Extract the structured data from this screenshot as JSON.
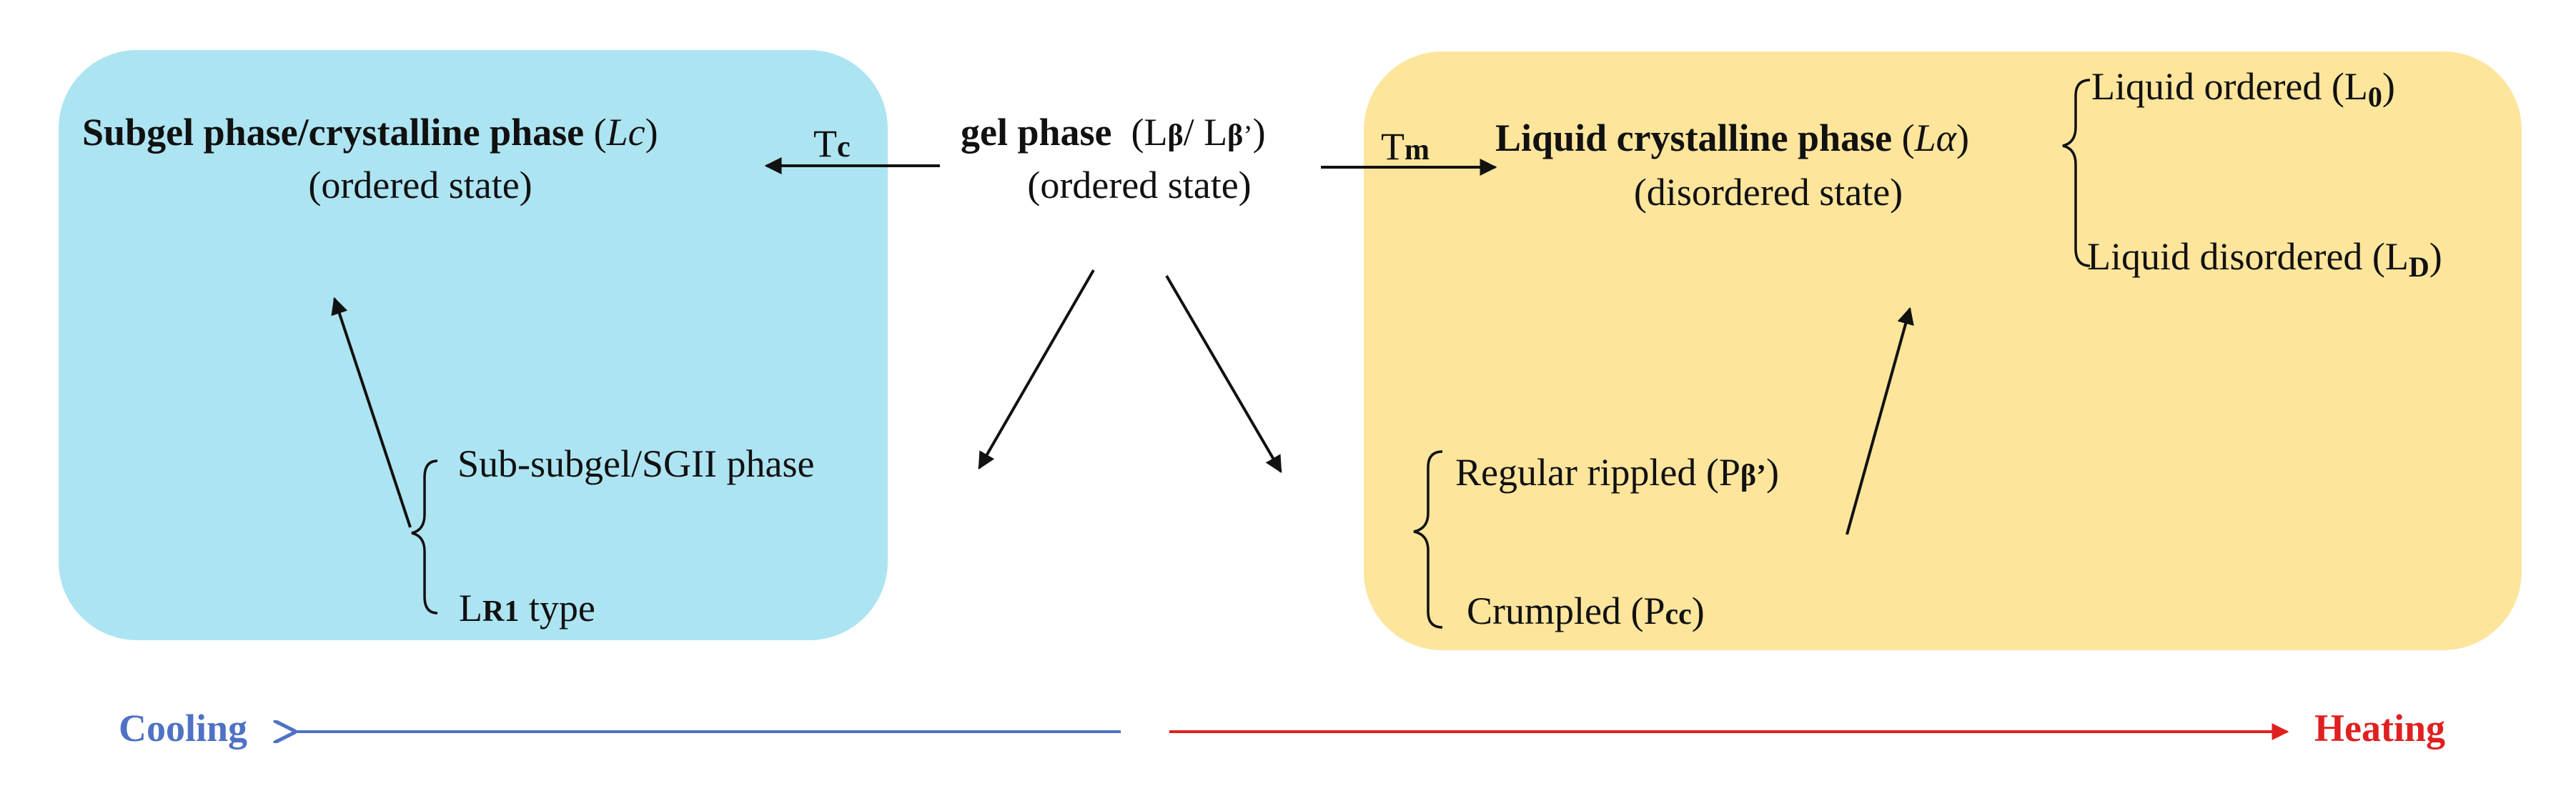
{
  "nodes": {
    "subgel": {
      "title": "Subgel phase/crystalline phase",
      "symbol": "Lc",
      "state": "(ordered state)"
    },
    "gel": {
      "title": "gel phase",
      "symbol_open": "(L",
      "beta1": "β",
      "sep": "/ L",
      "beta2": "β",
      "prime": "’",
      "close": ")",
      "state": "(ordered state)"
    },
    "liquid": {
      "title": "Liquid crystalline phase",
      "symbol_open": "(",
      "symbol": "Lα",
      "close": ")",
      "state": "(disordered state)"
    },
    "liquid_ordered": {
      "text": "Liquid ordered (L",
      "sub": "0",
      "close": ")"
    },
    "liquid_disordered": {
      "text": "Liquid disordered (L",
      "sub": "D",
      "close": ")"
    },
    "subsubgel": {
      "text": "Sub-subgel/SGII phase"
    },
    "lr1": {
      "prefix": "L",
      "sub": "R1",
      "suffix": " type"
    },
    "rippled": {
      "text": "Regular rippled (P",
      "sub": "β’",
      "close": ")"
    },
    "crumpled": {
      "text": "Crumpled (P",
      "sub": "cc",
      "close": ")"
    }
  },
  "transitions": {
    "tc": {
      "base": "T",
      "sub": "c"
    },
    "tm": {
      "base": "T",
      "sub": "m"
    }
  },
  "legend": {
    "cooling": "Cooling",
    "heating": "Heating"
  },
  "colors": {
    "left_box": "#ade4f2",
    "right_box": "#fde59c",
    "cooling": "#4f72c4",
    "heating": "#e02020"
  }
}
